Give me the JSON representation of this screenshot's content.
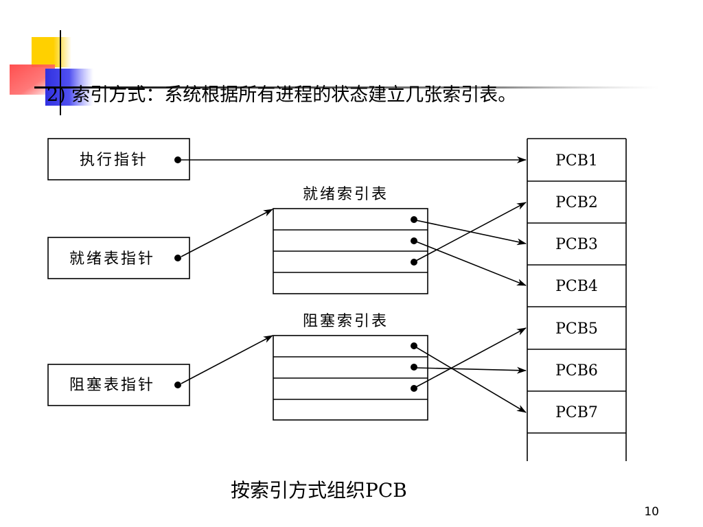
{
  "slide": {
    "heading": "2) 索引方式：系统根据所有进程的状态建立几张索引表。",
    "caption": "按索引方式组织PCB",
    "page_number": "10"
  },
  "pointers": {
    "exec": "执行指针",
    "ready": "就绪表指针",
    "blocked": "阻塞表指针"
  },
  "index_tables": {
    "ready_title": "就绪索引表",
    "blocked_title": "阻塞索引表"
  },
  "pcbs": [
    "PCB1",
    "PCB2",
    "PCB3",
    "PCB4",
    "PCB5",
    "PCB6",
    "PCB7"
  ],
  "colors": {
    "deco_yellow": "#FFD000",
    "deco_red": "#FF3B3B",
    "deco_blue": "#3030E0",
    "line": "#000000"
  },
  "icons": {
    "decoration": "corner-squares-ornament"
  }
}
